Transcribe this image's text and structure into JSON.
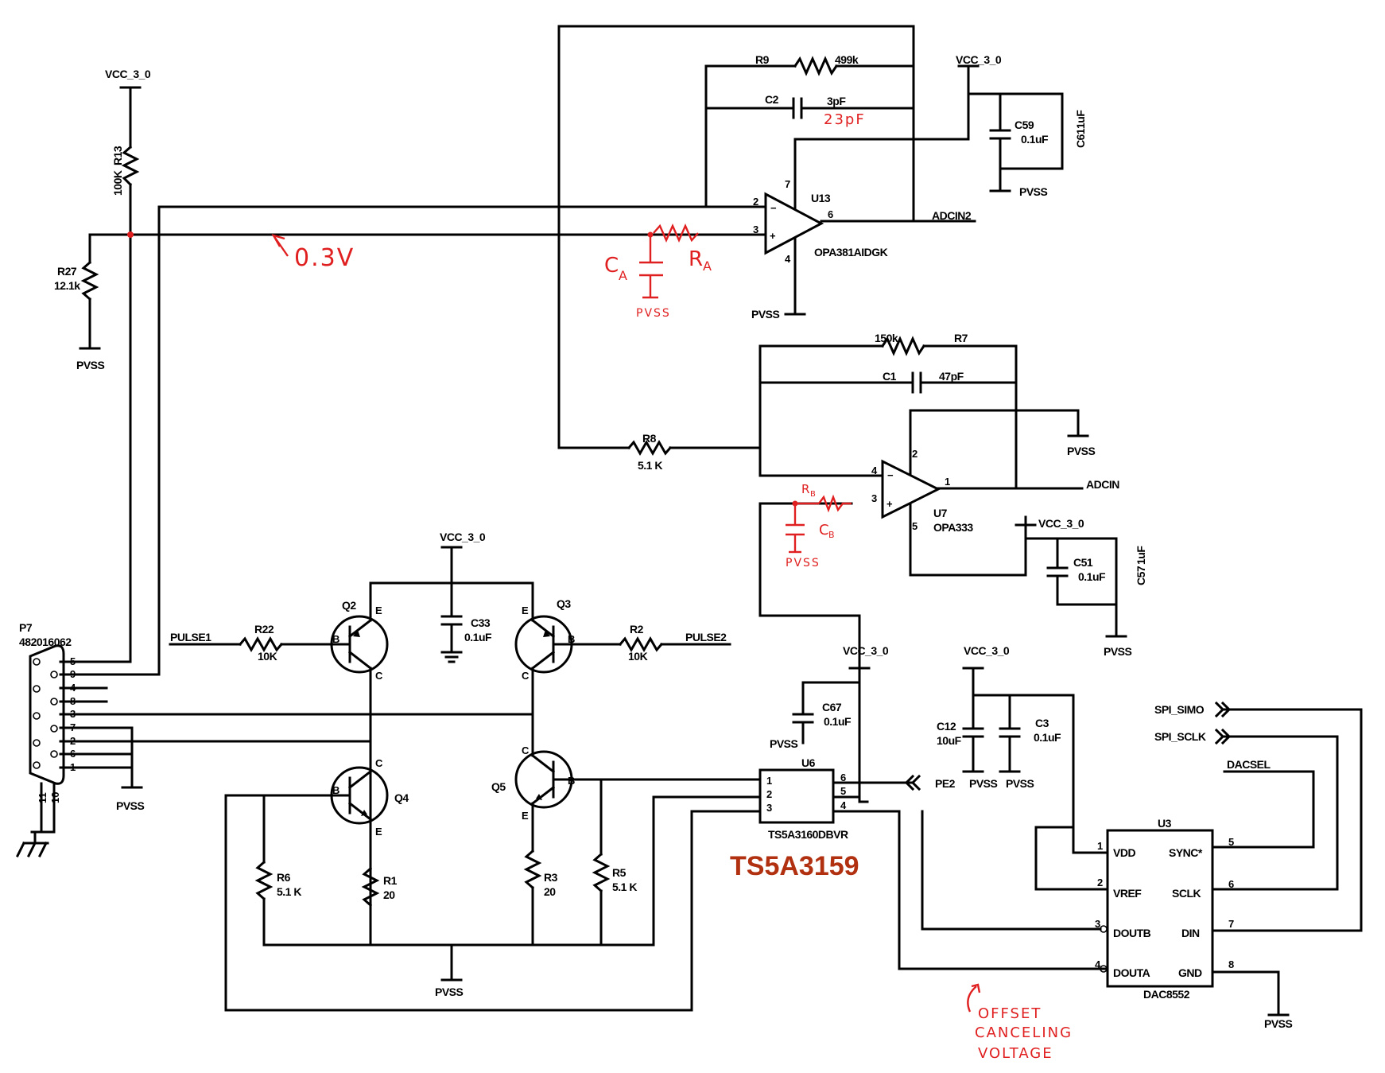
{
  "nets": {
    "vcc": "VCC_3_0",
    "gnd": "PVSS",
    "adcin2": "ADCIN2",
    "adcin": "ADCIN",
    "pulse1": "PULSE1",
    "pulse2": "PULSE2",
    "pe2": "PE2",
    "spi_simo": "SPI_SIMO",
    "spi_sclk": "SPI_SCLK",
    "dacsel": "DACSEL"
  },
  "components": {
    "r13": {
      "ref": "R13",
      "value": "100K"
    },
    "r27": {
      "ref": "R27",
      "value": "12.1k"
    },
    "r9": {
      "ref": "R9",
      "value": "499k"
    },
    "c2": {
      "ref": "C2",
      "value": "3pF"
    },
    "c59": {
      "ref": "C59",
      "value": "0.1uF"
    },
    "c61": {
      "ref": "C61",
      "value": "1uF"
    },
    "u13": {
      "ref": "U13",
      "part": "OPA381AIDGK"
    },
    "r7": {
      "ref": "R7",
      "value": "150k"
    },
    "c1": {
      "ref": "C1",
      "value": "47pF"
    },
    "r8": {
      "ref": "R8",
      "value": "5.1 K"
    },
    "u7": {
      "ref": "U7",
      "part": "OPA333"
    },
    "c51": {
      "ref": "C51",
      "value": "0.1uF"
    },
    "c57": {
      "ref": "C57",
      "value": "1uF"
    },
    "p7": {
      "ref": "P7",
      "part": "482016062"
    },
    "q2": {
      "ref": "Q2"
    },
    "q3": {
      "ref": "Q3"
    },
    "q4": {
      "ref": "Q4"
    },
    "q5": {
      "ref": "Q5"
    },
    "r22": {
      "ref": "R22",
      "value": "10K"
    },
    "r2": {
      "ref": "R2",
      "value": "10K"
    },
    "c33": {
      "ref": "C33",
      "value": "0.1uF"
    },
    "r6": {
      "ref": "R6",
      "value": "5.1 K"
    },
    "r1": {
      "ref": "R1",
      "value": "20"
    },
    "r3": {
      "ref": "R3",
      "value": "20"
    },
    "r5": {
      "ref": "R5",
      "value": "5.1 K"
    },
    "c67": {
      "ref": "C67",
      "value": "0.1uF"
    },
    "u6": {
      "ref": "U6",
      "part": "TS5A3160DBVR"
    },
    "c12": {
      "ref": "C12",
      "value": "10uF"
    },
    "c3": {
      "ref": "C3",
      "value": "0.1uF"
    },
    "u3": {
      "ref": "U3",
      "part": "DAC8552"
    }
  },
  "u3_pins": {
    "vdd": "VDD",
    "vref": "VREF",
    "doutb": "DOUTB",
    "douta": "DOUTA",
    "sync": "SYNC*",
    "sclk": "SCLK",
    "din": "DIN",
    "gnd": "GND"
  },
  "pin_numbers": {
    "p7": [
      "5",
      "9",
      "4",
      "8",
      "3",
      "7",
      "2",
      "6",
      "1"
    ],
    "p7_side": [
      "11",
      "10"
    ]
  },
  "annotations": {
    "voltage": "0.3V",
    "c2_new": "23pF",
    "ca": "C",
    "ca_sub": "A",
    "ra": "R",
    "ra_sub": "A",
    "pvss_a": "PVSS",
    "rb": "R",
    "rb_sub": "B",
    "cb": "C",
    "cb_sub": "B",
    "pvss_b": "PVSS",
    "offset1": "OFFSET",
    "offset2": "CANCELING",
    "offset3": "VOLTAGE",
    "switch_part": "TS5A3159"
  },
  "colors": {
    "wire": "#000000",
    "markup": "#e02020",
    "highlight": "#b03010"
  }
}
